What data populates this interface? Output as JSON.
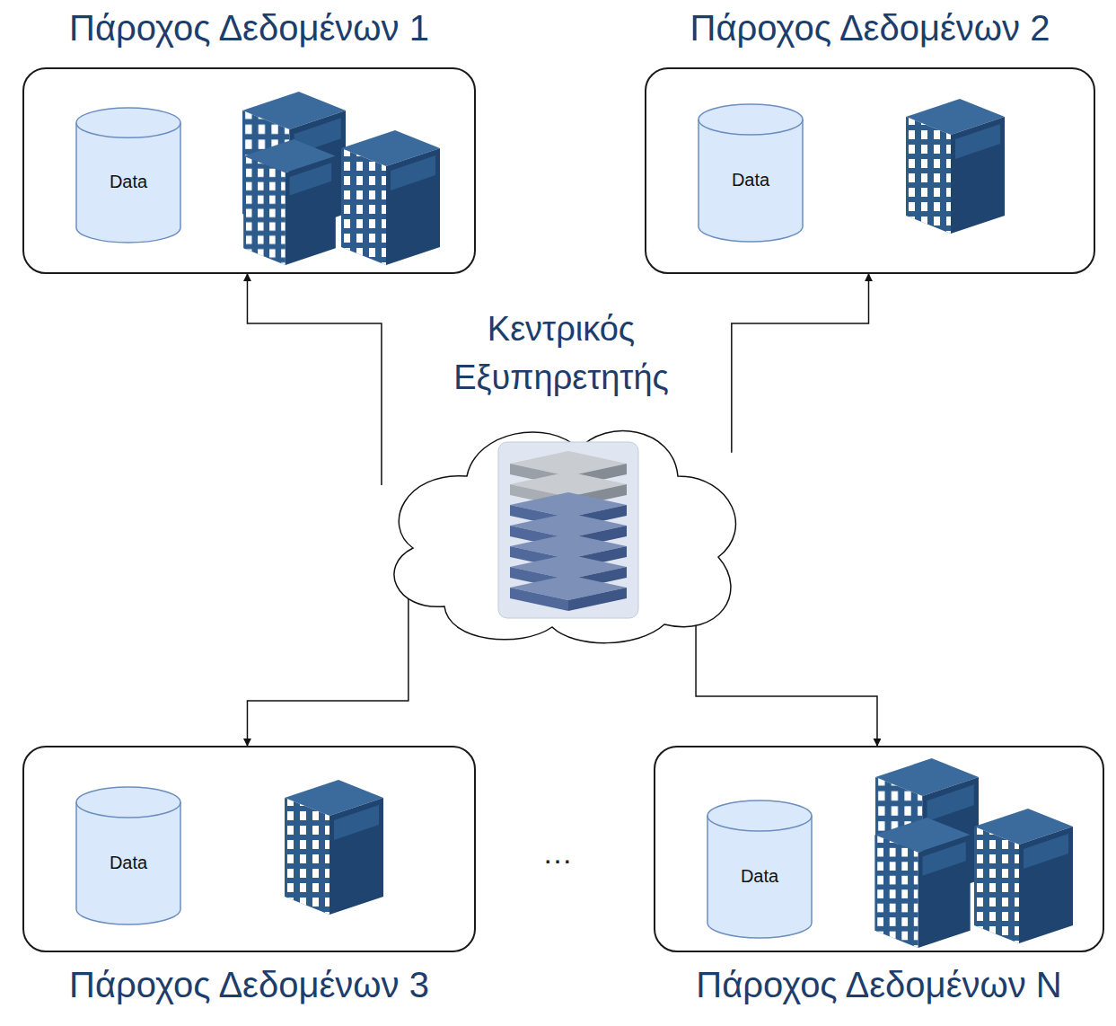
{
  "diagram": {
    "nodes": [
      {
        "text": [
          "Πάροχος Δεδομένων 1"
        ]
      },
      {
        "text": [
          "Data"
        ],
        "in": 0
      },
      {
        "text": [
          "Πάροχος Δεδομένων 2"
        ]
      },
      {
        "text": [
          "Data"
        ],
        "in": 2
      },
      {
        "text": [
          "Κεντρικός Εξυπηρετητής"
        ]
      },
      {
        "text": [
          "Πάροχος Δεδομένων 3"
        ]
      },
      {
        "text": [
          "Data"
        ],
        "in": 5
      },
      {
        "text": [
          "Πάροχος Δεδομένων N"
        ]
      },
      {
        "text": [
          "Data"
        ],
        "in": 7
      }
    ],
    "edges": [
      {
        "from": 4,
        "to": 0,
        "arrow": "to"
      },
      {
        "from": 4,
        "to": 2,
        "arrow": "to"
      },
      {
        "from": 4,
        "to": 5,
        "arrow": "to"
      },
      {
        "from": 4,
        "to": 7,
        "arrow": "to"
      }
    ],
    "labels": [
      "…"
    ]
  }
}
